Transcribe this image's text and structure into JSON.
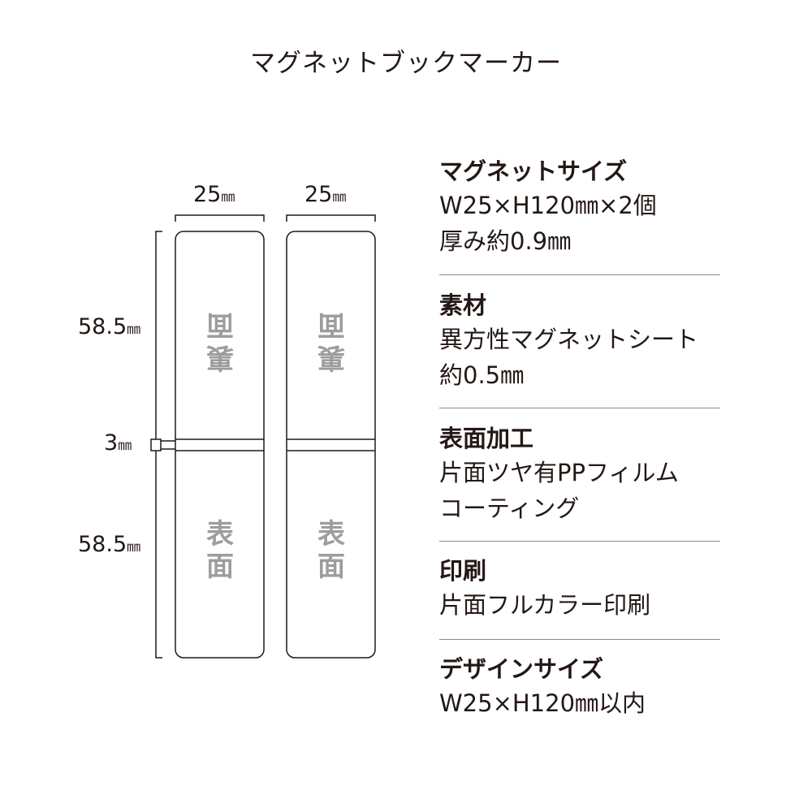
{
  "title": "マグネットブックマーカー",
  "diagram": {
    "width_left": "25",
    "width_right": "25",
    "width_unit": "㎜",
    "height_top": "58.5",
    "height_gap": "3",
    "height_bottom": "58.5",
    "height_unit": "㎜",
    "back_label": [
      "裏",
      "面"
    ],
    "front_label": [
      "表",
      "面"
    ]
  },
  "specs": [
    {
      "title": "マグネットサイズ",
      "lines": [
        "W25×H120㎜×2個",
        "厚み約0.9㎜"
      ]
    },
    {
      "title": "素材",
      "lines": [
        "異方性マグネットシート",
        "約0.5㎜"
      ]
    },
    {
      "title": "表面加工",
      "lines": [
        "片面ツヤ有PPフィルム",
        "コーティング"
      ]
    },
    {
      "title": "印刷",
      "lines": [
        "片面フルカラー印刷"
      ]
    },
    {
      "title": "デザインサイズ",
      "lines": [
        "W25×H120㎜以内"
      ]
    }
  ],
  "colors": {
    "text": "#231815",
    "panel_label": "#9d9d9d",
    "divider": "#8a8a8a"
  }
}
